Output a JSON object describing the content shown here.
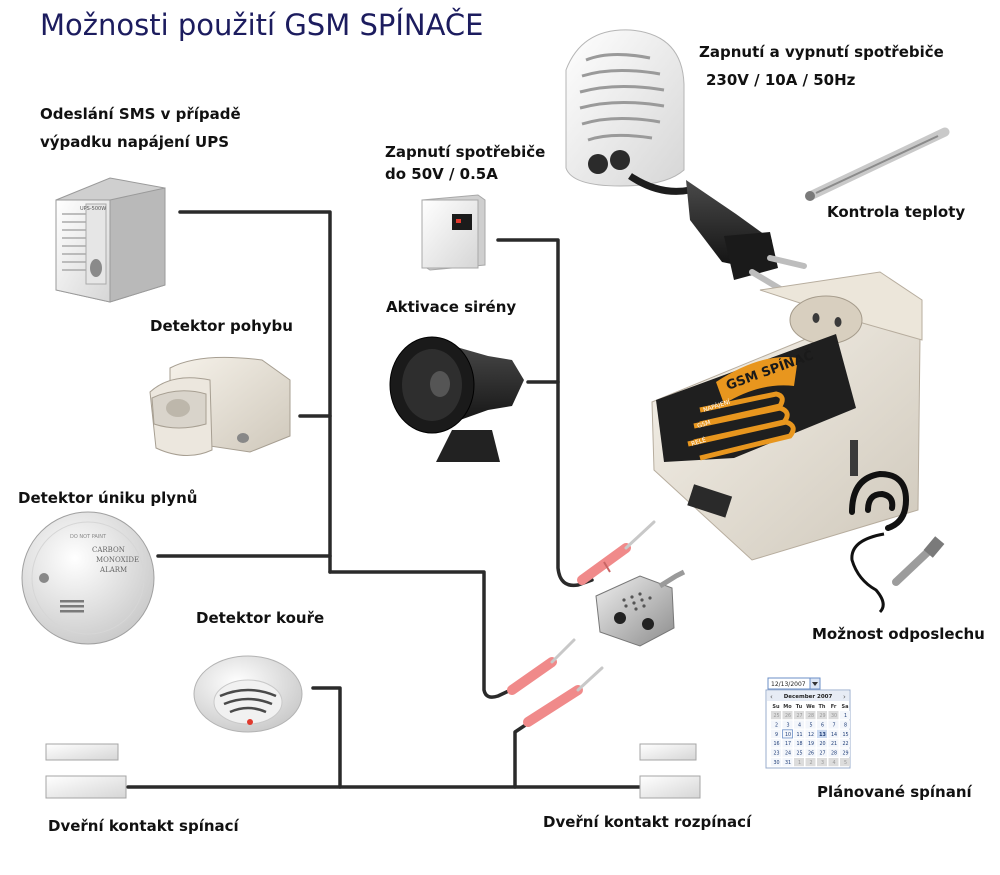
{
  "title": "Možnosti použití GSM SPÍNAČE",
  "labels": {
    "ups": [
      "Odeslání SMS v případě",
      "výpadku napájení UPS"
    ],
    "motion": "Detektor pohybu",
    "gas": "Detektor úniku plynů",
    "smoke": "Detektor kouře",
    "door_closing": "Dveřní kontakt spínací",
    "door_opening": "Dveřní kontakt rozpínací",
    "appliance_50v": [
      "Zapnutí spotřebiče",
      "do 50V / 0.5A"
    ],
    "siren": "Aktivace sirény",
    "appliance_230v": [
      "Zapnutí a vypnutí spotřebiče",
      "230V / 10A / 50Hz"
    ],
    "temperature": "Kontrola teploty",
    "listening": "Možnost odposlechu",
    "scheduled": "Plánované spínaní"
  },
  "device": {
    "brand": "GSM SPÍNAČ",
    "indicators": [
      "NAPÁJENÍ",
      "GSM",
      "RELÉ"
    ]
  },
  "ups_badge": "UPS-500W",
  "co_detector_text": [
    "CARBON",
    "MONOXIDE",
    "ALARM"
  ],
  "co_detector_top": "DO NOT PAINT",
  "calendar": {
    "date_field": "12/13/2007",
    "month": "December 2007",
    "weekdays": [
      "Su",
      "Mo",
      "Tu",
      "We",
      "Th",
      "Fr",
      "Sa"
    ],
    "days": [
      "25",
      "26",
      "27",
      "28",
      "29",
      "30",
      "1",
      "2",
      "3",
      "4",
      "5",
      "6",
      "7",
      "8",
      "9",
      "10",
      "11",
      "12",
      "13",
      "14",
      "15",
      "16",
      "17",
      "18",
      "19",
      "20",
      "21",
      "22",
      "23",
      "24",
      "25",
      "26",
      "27",
      "28",
      "29",
      "30",
      "31",
      "1",
      "2",
      "3",
      "4",
      "5"
    ],
    "today": "13",
    "selected": "10"
  },
  "colors": {
    "wire": "#2a2a2a",
    "title": "#1c1c5e",
    "plug_pink": "#f08a8a",
    "device_orange": "#e8961e"
  }
}
